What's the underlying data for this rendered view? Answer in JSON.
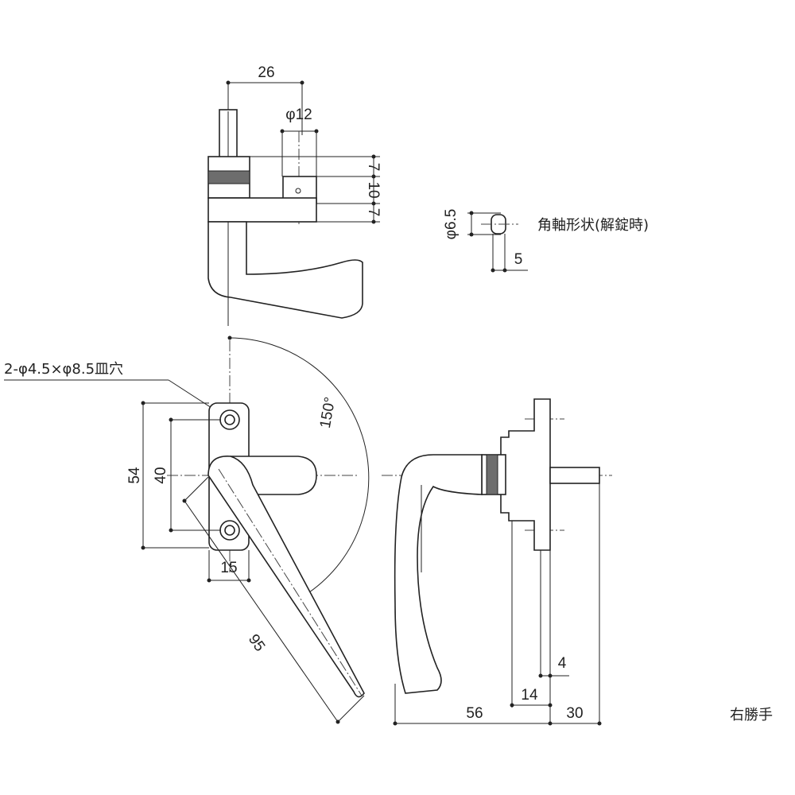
{
  "drawing": {
    "dimensions": {
      "top_width": "26",
      "top_shaft_dia": "φ12",
      "top_stack": [
        "7",
        "10",
        "7"
      ],
      "square_dia": "φ6.5",
      "square_w": "5",
      "hole_spec": "2-φ4.5×φ8.5皿穴",
      "angle": "150°",
      "front_h_outer": "54",
      "front_h_inner": "40",
      "front_w": "15",
      "lever_len": "95",
      "side_w": "56",
      "side_shaft": "30",
      "side_a": "14",
      "side_b": "4"
    },
    "labels": {
      "square_shaft_shape": "角軸形状(解錠時)",
      "hand": "右勝手"
    }
  }
}
